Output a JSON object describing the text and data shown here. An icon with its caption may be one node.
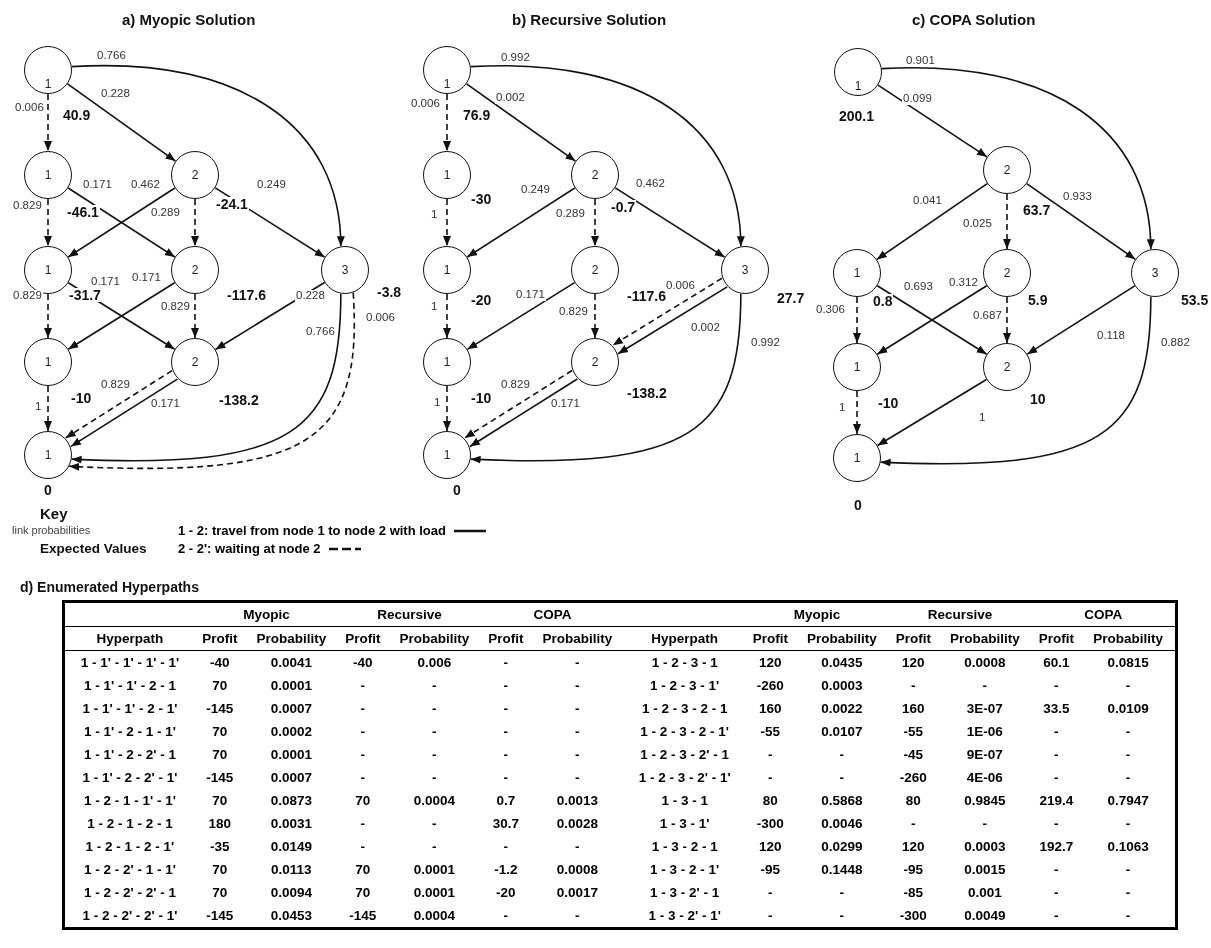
{
  "diagram": {
    "nodes": [
      {
        "text": [
          "1"
        ],
        "beside": [
          "40.9"
        ]
      },
      {
        "text": [
          "1"
        ],
        "beside": [
          "-46.1"
        ]
      },
      {
        "text": [
          "2"
        ],
        "beside": [
          "-24.1"
        ]
      },
      {
        "text": [
          "1"
        ],
        "beside": [
          "-31.7"
        ]
      },
      {
        "text": [
          "2"
        ],
        "beside": [
          "-117.6"
        ]
      },
      {
        "text": [
          "3"
        ],
        "beside": [
          "-3.8"
        ]
      },
      {
        "text": [
          "1"
        ],
        "beside": [
          "-10"
        ]
      },
      {
        "text": [
          "2"
        ],
        "beside": [
          "-138.2"
        ]
      },
      {
        "text": [
          "1"
        ],
        "beside": [
          "0"
        ]
      },
      {
        "text": [
          "1"
        ],
        "beside": [
          "76.9"
        ]
      },
      {
        "text": [
          "1"
        ],
        "beside": [
          "-30"
        ]
      },
      {
        "text": [
          "2"
        ],
        "beside": [
          "-0.7"
        ]
      },
      {
        "text": [
          "1"
        ],
        "beside": [
          "-20"
        ]
      },
      {
        "text": [
          "2"
        ],
        "beside": [
          "-117.6"
        ]
      },
      {
        "text": [
          "3"
        ],
        "beside": [
          "27.7"
        ]
      },
      {
        "text": [
          "1"
        ],
        "beside": [
          "-10"
        ]
      },
      {
        "text": [
          "2"
        ],
        "beside": [
          "-138.2"
        ]
      },
      {
        "text": [
          "1"
        ],
        "beside": [
          "0"
        ]
      },
      {
        "text": [
          "1"
        ],
        "beside": [
          "200.1"
        ]
      },
      {
        "text": [
          "2"
        ],
        "beside": [
          "63.7"
        ]
      },
      {
        "text": [
          "1"
        ],
        "beside": [
          "0.8"
        ]
      },
      {
        "text": [
          "2"
        ],
        "beside": [
          "5.9"
        ]
      },
      {
        "text": [
          "3"
        ],
        "beside": [
          "53.5"
        ]
      },
      {
        "text": [
          "1"
        ],
        "beside": [
          "-10"
        ]
      },
      {
        "text": [
          "2"
        ],
        "beside": [
          "10"
        ]
      },
      {
        "text": [
          "1"
        ],
        "beside": [
          "0"
        ]
      }
    ],
    "edges": [
      {
        "from": 0,
        "to": 1,
        "arrow": "to",
        "label": "0.006",
        "style": "dashed"
      },
      {
        "from": 0,
        "to": 2,
        "arrow": "to",
        "label": "0.228"
      },
      {
        "from": 0,
        "to": 5,
        "arrow": "to",
        "label": "0.766"
      },
      {
        "from": 1,
        "to": 3,
        "arrow": "to",
        "label": "0.829",
        "style": "dashed"
      },
      {
        "from": 1,
        "to": 4,
        "arrow": "to",
        "label": "0.171"
      },
      {
        "from": 2,
        "to": 3,
        "arrow": "to",
        "label": "0.462"
      },
      {
        "from": 2,
        "to": 4,
        "arrow": "to",
        "label": "0.289",
        "style": "dashed"
      },
      {
        "from": 2,
        "to": 5,
        "arrow": "to",
        "label": "0.249"
      },
      {
        "from": 3,
        "to": 6,
        "arrow": "to",
        "label": "0.829",
        "style": "dashed"
      },
      {
        "from": 3,
        "to": 7,
        "arrow": "to",
        "label": "0.171"
      },
      {
        "from": 4,
        "to": 6,
        "arrow": "to",
        "label": "0.171"
      },
      {
        "from": 4,
        "to": 7,
        "arrow": "to",
        "label": "0.829",
        "style": "dashed"
      },
      {
        "from": 5,
        "to": 7,
        "arrow": "to",
        "label": "0.228"
      },
      {
        "from": 5,
        "to": 8,
        "arrow": "to",
        "label": "0.766"
      },
      {
        "from": 5,
        "to": 8,
        "arrow": "to",
        "label": "0.006",
        "style": "dashed"
      },
      {
        "from": 6,
        "to": 8,
        "arrow": "to",
        "label": "1",
        "style": "dashed"
      },
      {
        "from": 7,
        "to": 8,
        "arrow": "to",
        "label": "0.829",
        "style": "dashed"
      },
      {
        "from": 7,
        "to": 8,
        "arrow": "to",
        "label": "0.171"
      },
      {
        "from": 9,
        "to": 10,
        "arrow": "to",
        "label": "0.006",
        "style": "dashed"
      },
      {
        "from": 9,
        "to": 11,
        "arrow": "to",
        "label": "0.002"
      },
      {
        "from": 9,
        "to": 14,
        "arrow": "to",
        "label": "0.992"
      },
      {
        "from": 10,
        "to": 12,
        "arrow": "to",
        "label": "1",
        "style": "dashed"
      },
      {
        "from": 11,
        "to": 12,
        "arrow": "to",
        "label": "0.249"
      },
      {
        "from": 11,
        "to": 13,
        "arrow": "to",
        "label": "0.289",
        "style": "dashed"
      },
      {
        "from": 11,
        "to": 14,
        "arrow": "to",
        "label": "0.462"
      },
      {
        "from": 12,
        "to": 15,
        "arrow": "to",
        "label": "1",
        "style": "dashed"
      },
      {
        "from": 13,
        "to": 15,
        "arrow": "to",
        "label": "0.171"
      },
      {
        "from": 13,
        "to": 16,
        "arrow": "to",
        "label": "0.829",
        "style": "dashed"
      },
      {
        "from": 14,
        "to": 16,
        "arrow": "to",
        "label": "0.006",
        "style": "dashed"
      },
      {
        "from": 14,
        "to": 16,
        "arrow": "to",
        "label": "0.002"
      },
      {
        "from": 14,
        "to": 17,
        "arrow": "to",
        "label": "0.992"
      },
      {
        "from": 15,
        "to": 17,
        "arrow": "to",
        "label": "1",
        "style": "dashed"
      },
      {
        "from": 16,
        "to": 17,
        "arrow": "to",
        "label": "0.829",
        "style": "dashed"
      },
      {
        "from": 16,
        "to": 17,
        "arrow": "to",
        "label": "0.171"
      },
      {
        "from": 18,
        "to": 19,
        "arrow": "to",
        "label": "0.099"
      },
      {
        "from": 18,
        "to": 22,
        "arrow": "to",
        "label": "0.901"
      },
      {
        "from": 19,
        "to": 20,
        "arrow": "to",
        "label": "0.041"
      },
      {
        "from": 19,
        "to": 21,
        "arrow": "to",
        "label": "0.025",
        "style": "dashed"
      },
      {
        "from": 19,
        "to": 22,
        "arrow": "to",
        "label": "0.933"
      },
      {
        "from": 20,
        "to": 23,
        "arrow": "to",
        "label": "0.306",
        "style": "dashed"
      },
      {
        "from": 20,
        "to": 24,
        "arrow": "to",
        "label": "0.693"
      },
      {
        "from": 21,
        "to": 23,
        "arrow": "to",
        "label": "0.312"
      },
      {
        "from": 21,
        "to": 24,
        "arrow": "to",
        "label": "0.687",
        "style": "dashed"
      },
      {
        "from": 22,
        "to": 24,
        "arrow": "to",
        "label": "0.118"
      },
      {
        "from": 22,
        "to": 25,
        "arrow": "to",
        "label": "0.882"
      },
      {
        "from": 23,
        "to": 25,
        "arrow": "to",
        "label": "1",
        "style": "dashed"
      },
      {
        "from": 24,
        "to": 25,
        "arrow": "to",
        "label": "1"
      }
    ],
    "labels": [
      "a) Myopic Solution",
      "b) Recursive Solution",
      "c) COPA Solution",
      "Key",
      "link probabilities",
      "Expected Values",
      "d) Enumerated Hyperpaths",
      "Myopic",
      "Recursive",
      "COPA",
      "Myopic",
      "Recursive",
      "COPA",
      "Hyperpath",
      "Profit",
      "Probability",
      "Profit",
      "Probability",
      "Profit",
      "Probability",
      "Hyperpath",
      "Profit",
      "Probability",
      "Profit",
      "Probability",
      "Profit",
      "Probability",
      "1 - 1' - 1' - 1' - 1'",
      "-40",
      "0.0041",
      "-40",
      "0.006",
      "-",
      "-",
      "1 - 2 - 3 - 1",
      "120",
      "0.0435",
      "120",
      "0.0008",
      "60.1",
      "0.0815",
      "1 - 1' - 1' - 2 - 1",
      "70",
      "0.0001",
      "-",
      "-",
      "-",
      "-",
      "1 - 2 - 3 - 1'",
      "-260",
      "0.0003",
      "-",
      "-",
      "-",
      "-",
      "1 - 1' - 1' - 2 - 1'",
      "-145",
      "0.0007",
      "-",
      "-",
      "-",
      "-",
      "1 - 2 - 3 - 2 - 1",
      "160",
      "0.0022",
      "160",
      "3E-07",
      "33.5",
      "0.0109",
      "1 - 1' - 2 - 1 - 1'",
      "70",
      "0.0002",
      "-",
      "-",
      "-",
      "-",
      "1 - 2 - 3 - 2 - 1'",
      "-55",
      "0.0107",
      "-55",
      "1E-06",
      "-",
      "-",
      "1 - 1' - 2 - 2' - 1",
      "70",
      "0.0001",
      "-",
      "-",
      "-",
      "-",
      "1 - 2 - 3 - 2' - 1",
      "-",
      "-",
      "-45",
      "9E-07",
      "-",
      "-",
      "1 - 1' - 2 - 2' - 1'",
      "-145",
      "0.0007",
      "-",
      "-",
      "-",
      "-",
      "1 - 2 - 3 - 2' - 1'",
      "-",
      "-",
      "-260",
      "4E-06",
      "-",
      "-",
      "1 - 2 - 1 - 1' - 1'",
      "70",
      "0.0873",
      "70",
      "0.0004",
      "0.7",
      "0.0013",
      "1 - 3 - 1",
      "80",
      "0.5868",
      "80",
      "0.9845",
      "219.4",
      "0.7947",
      "1 - 2 - 1 - 2 - 1",
      "180",
      "0.0031",
      "-",
      "-",
      "30.7",
      "0.0028",
      "1 - 3 - 1'",
      "-300",
      "0.0046",
      "-",
      "-",
      "-",
      "-",
      "1 - 2 - 1 - 2 - 1'",
      "-35",
      "0.0149",
      "-",
      "-",
      "-",
      "-",
      "1 - 3 - 2 - 1",
      "120",
      "0.0299",
      "120",
      "0.0003",
      "192.7",
      "0.1063",
      "1 - 2 - 2' - 1 - 1'",
      "70",
      "0.0113",
      "70",
      "0.0001",
      "-1.2",
      "0.0008",
      "1 - 3 - 2 - 1'",
      "-95",
      "0.1448",
      "-95",
      "0.0015",
      "-",
      "-",
      "1 - 2 - 2' - 2' - 1",
      "70",
      "0.0094",
      "70",
      "0.0001",
      "-20",
      "0.0017",
      "1 - 3 - 2' - 1",
      "-",
      "-",
      "-85",
      "0.001",
      "-",
      "-",
      "1 - 2 - 2' - 2' - 1'",
      "-145",
      "0.0453",
      "-145",
      "0.0004",
      "-",
      "-",
      "1 - 3 - 2' - 1'",
      "-",
      "-",
      "-300",
      "0.0049",
      "-",
      "-"
    ],
    "legend": [
      {
        "text": "1 - 2: travel from node 1 to node 2 with load"
      },
      {
        "text": "2 - 2': waiting at node 2"
      }
    ]
  }
}
